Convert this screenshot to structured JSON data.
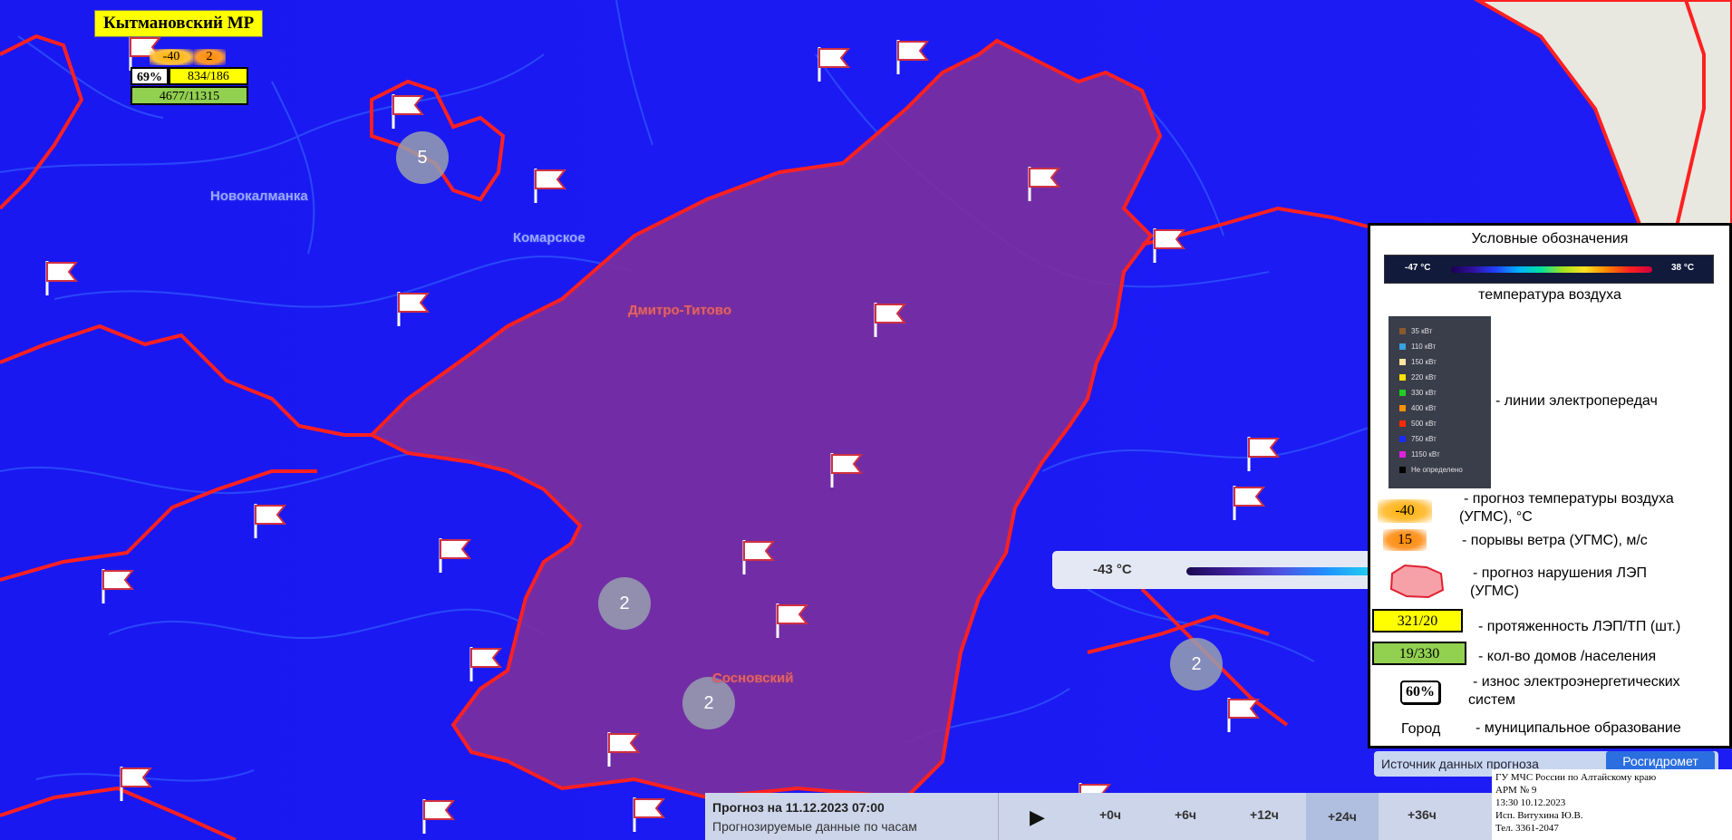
{
  "district": {
    "title": "Кытмановский МР",
    "temp_forecast": "-40",
    "wind_gust": "2",
    "wear_percent": "69%",
    "lines_substations": "834/186",
    "houses_population": "4677/11315"
  },
  "map": {
    "places": [
      {
        "name": "Новокалманка"
      },
      {
        "name": "Комарское"
      },
      {
        "name": "Дмитро-Титово"
      },
      {
        "name": "Сосновский"
      }
    ],
    "clusters": [
      "5",
      "2",
      "2",
      "2"
    ],
    "colors": {
      "map_fill": "#1616f0",
      "outage_zone": "#7a2fa0",
      "border": "#ff2020"
    },
    "icon": "warning-flag-icon"
  },
  "temperature_strip": {
    "label": "-43 °C"
  },
  "legend": {
    "title": "Условные обозначения",
    "gradient_min": "-47 °C",
    "gradient_max": "38 °C",
    "gradient_caption": "температура воздуха",
    "voltage_classes": [
      {
        "label": "35 кВт",
        "color": "#8b5a2b"
      },
      {
        "label": "110 кВт",
        "color": "#3aa0e0"
      },
      {
        "label": "150 кВт",
        "color": "#ffe4a0"
      },
      {
        "label": "220 кВт",
        "color": "#ffe000"
      },
      {
        "label": "330 кВт",
        "color": "#20d020"
      },
      {
        "label": "400 кВт",
        "color": "#ff9000"
      },
      {
        "label": "500 кВт",
        "color": "#ff2a00"
      },
      {
        "label": "750 кВт",
        "color": "#1a2aff"
      },
      {
        "label": "1150 кВт",
        "color": "#e020e0"
      },
      {
        "label": "Не определено",
        "color": "#000000"
      }
    ],
    "power_lines_text": "- линии электропередач",
    "temp_sample": "-40",
    "temp_text_1": "- прогноз температуры воздуха",
    "temp_text_2": "(УГМС), °С",
    "wind_sample": "15",
    "wind_text": "- порывы ветра (УГМС), м/с",
    "outage_text_1": "- прогноз нарушения ЛЭП",
    "outage_text_2": "(УГМС)",
    "lines_sample": "321/20",
    "lines_text": "- протяженность ЛЭП/ТП (шт.)",
    "houses_sample": "19/330",
    "houses_text": "- кол-во домов /населения",
    "wear_sample": "60%",
    "wear_text_1": "- износ электроэнергетических",
    "wear_text_2": "систем",
    "city_sample": "Город",
    "city_text": "- муниципальное образование"
  },
  "source": {
    "label": "Источник данных прогноза",
    "value": "Росгидромет"
  },
  "forecast": {
    "title": "Прогноз на 11.12.2023 07:00",
    "subtitle": "Прогнозируемые данные по часам",
    "play_icon": "play-icon",
    "steps": [
      "+0ч",
      "+6ч",
      "+12ч",
      "+24ч",
      "+36ч"
    ],
    "active_step": "+24ч"
  },
  "stamp": {
    "line1": "ГУ МЧС России по  Алтайскому краю",
    "line2": "АРМ № 9",
    "line3": "13:30 10.12.2023",
    "line4": "Исп. Витухина Ю.В.",
    "line5": "Тел. 3361-2047"
  }
}
